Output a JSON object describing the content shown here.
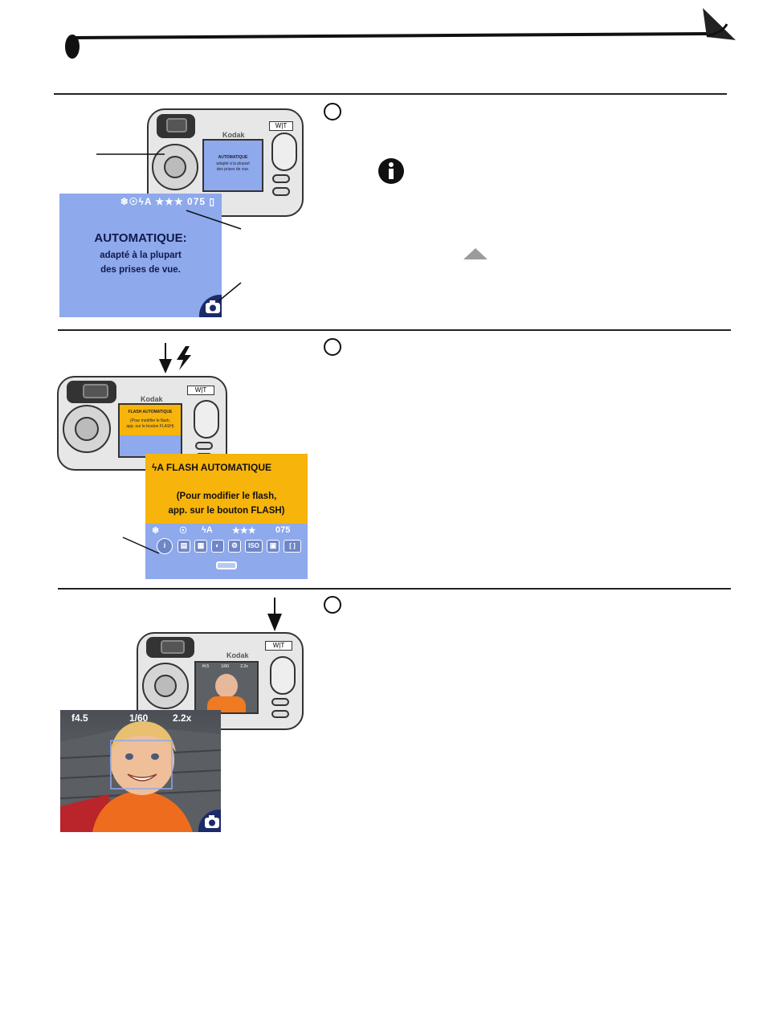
{
  "step1": {
    "screen": {
      "status_line": "❄☉ϟA ★★★ 075 ▯",
      "title": "AUTOMATIQUE:",
      "line1": "adapté à la plupart",
      "line2": "des prises de vue."
    },
    "camera_lcd": {
      "title": "AUTOMATIQUE",
      "line1": "adapté à la plupart",
      "line2": "des prises de vue."
    },
    "camera_logo": "Kodak"
  },
  "step2": {
    "screen": {
      "header": "ϟA  FLASH AUTOMATIQUE",
      "line1": "(Pour modifier le flash,",
      "line2": "app. sur le bouton FLASH)",
      "status": [
        "❄",
        "☉",
        "ϟA",
        "★★★",
        "075"
      ],
      "icons": [
        "i",
        "▤",
        "▦",
        "◐",
        "⚙",
        "ISO",
        "▣",
        "[ ]"
      ]
    },
    "camera_lcd": {
      "header": "FLASH AUTOMATIQUE",
      "line1": "(Pour modifier le flash,",
      "line2": "app. sur le bouton FLASH)"
    },
    "camera_logo": "Kodak"
  },
  "step3": {
    "screen": {
      "aperture": "f4.5",
      "shutter": "1/60",
      "zoom": "2.2x"
    },
    "camera_lcd": {
      "aperture": "f4.5",
      "shutter": "1/60",
      "zoom": "2.2x"
    },
    "camera_logo": "Kodak"
  },
  "colors": {
    "lcd_blue": "#8ea9ec",
    "flash_orange": "#f7b40a",
    "badge_navy": "#1c2a6a"
  }
}
